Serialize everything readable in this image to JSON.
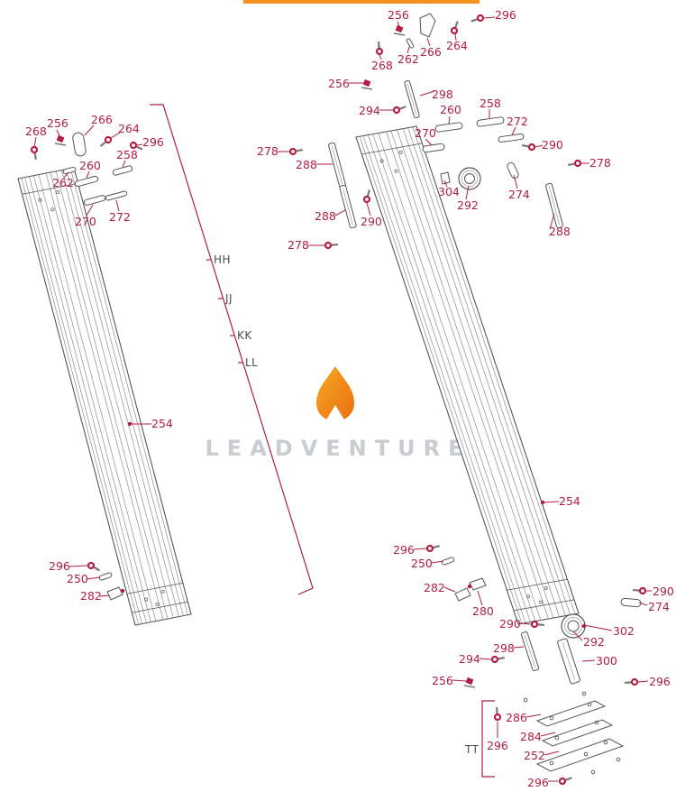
{
  "page": {
    "watermark_text": "LEADVENTURE",
    "top_bar_color": "#f2921d",
    "callout_color": "#b11e41",
    "group_letter_color": "#4d4d4d",
    "watermark_color": "#c9cdd1",
    "logo_icon": "leadventure-flame-icon",
    "logo_gradient": [
      "#f7a823",
      "#e96f10"
    ],
    "line_art_color": "#555555"
  },
  "callouts": [
    {
      "kind": "part",
      "text": "268"
    },
    {
      "kind": "part",
      "text": "256"
    },
    {
      "kind": "part",
      "text": "266"
    },
    {
      "kind": "part",
      "text": "264"
    },
    {
      "kind": "part",
      "text": "296"
    },
    {
      "kind": "part",
      "text": "258"
    },
    {
      "kind": "part",
      "text": "260"
    },
    {
      "kind": "part",
      "text": "262"
    },
    {
      "kind": "part",
      "text": "270"
    },
    {
      "kind": "part",
      "text": "272"
    },
    {
      "kind": "group",
      "text": "HH"
    },
    {
      "kind": "group",
      "text": "JJ"
    },
    {
      "kind": "group",
      "text": "KK"
    },
    {
      "kind": "group",
      "text": "LL"
    },
    {
      "kind": "part",
      "text": "254"
    },
    {
      "kind": "part",
      "text": "296"
    },
    {
      "kind": "part",
      "text": "250"
    },
    {
      "kind": "part",
      "text": "282"
    },
    {
      "kind": "part",
      "text": "256"
    },
    {
      "kind": "part",
      "text": "296"
    },
    {
      "kind": "part",
      "text": "264"
    },
    {
      "kind": "part",
      "text": "266"
    },
    {
      "kind": "part",
      "text": "262"
    },
    {
      "kind": "part",
      "text": "268"
    },
    {
      "kind": "part",
      "text": "256"
    },
    {
      "kind": "part",
      "text": "298"
    },
    {
      "kind": "part",
      "text": "294"
    },
    {
      "kind": "part",
      "text": "260"
    },
    {
      "kind": "part",
      "text": "258"
    },
    {
      "kind": "part",
      "text": "272"
    },
    {
      "kind": "part",
      "text": "270"
    },
    {
      "kind": "part",
      "text": "290"
    },
    {
      "kind": "part",
      "text": "278"
    },
    {
      "kind": "part",
      "text": "278"
    },
    {
      "kind": "part",
      "text": "288"
    },
    {
      "kind": "part",
      "text": "304"
    },
    {
      "kind": "part",
      "text": "292"
    },
    {
      "kind": "part",
      "text": "274"
    },
    {
      "kind": "part",
      "text": "288"
    },
    {
      "kind": "part",
      "text": "290"
    },
    {
      "kind": "part",
      "text": "288"
    },
    {
      "kind": "part",
      "text": "278"
    },
    {
      "kind": "part",
      "text": "254"
    },
    {
      "kind": "part",
      "text": "296"
    },
    {
      "kind": "part",
      "text": "250"
    },
    {
      "kind": "part",
      "text": "282"
    },
    {
      "kind": "part",
      "text": "280"
    },
    {
      "kind": "part",
      "text": "290"
    },
    {
      "kind": "part",
      "text": "274"
    },
    {
      "kind": "part",
      "text": "290"
    },
    {
      "kind": "part",
      "text": "302"
    },
    {
      "kind": "part",
      "text": "292"
    },
    {
      "kind": "part",
      "text": "298"
    },
    {
      "kind": "part",
      "text": "300"
    },
    {
      "kind": "part",
      "text": "294"
    },
    {
      "kind": "part",
      "text": "256"
    },
    {
      "kind": "part",
      "text": "296"
    },
    {
      "kind": "part",
      "text": "286"
    },
    {
      "kind": "part",
      "text": "284"
    },
    {
      "kind": "part",
      "text": "252"
    },
    {
      "kind": "part",
      "text": "296"
    },
    {
      "kind": "part",
      "text": "296"
    },
    {
      "kind": "group",
      "text": "TT"
    }
  ]
}
